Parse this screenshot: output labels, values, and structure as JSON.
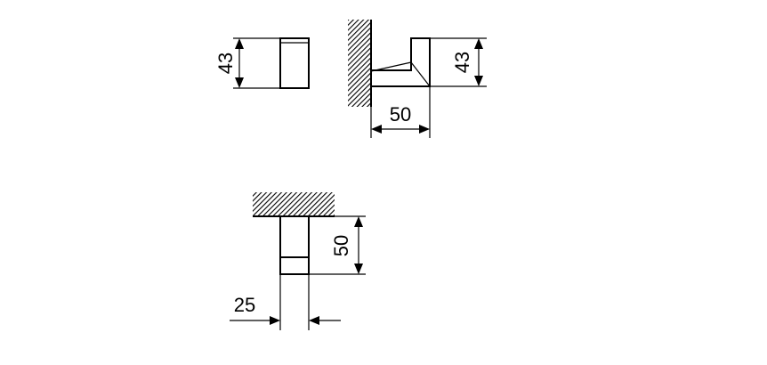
{
  "drawing": {
    "front_view": {
      "height_dim": "43"
    },
    "side_view": {
      "height_dim": "43",
      "projection_dim": "50"
    },
    "top_view": {
      "projection_dim": "50",
      "width_dim": "25"
    },
    "colors": {
      "line": "#000000",
      "background": "#ffffff"
    }
  }
}
